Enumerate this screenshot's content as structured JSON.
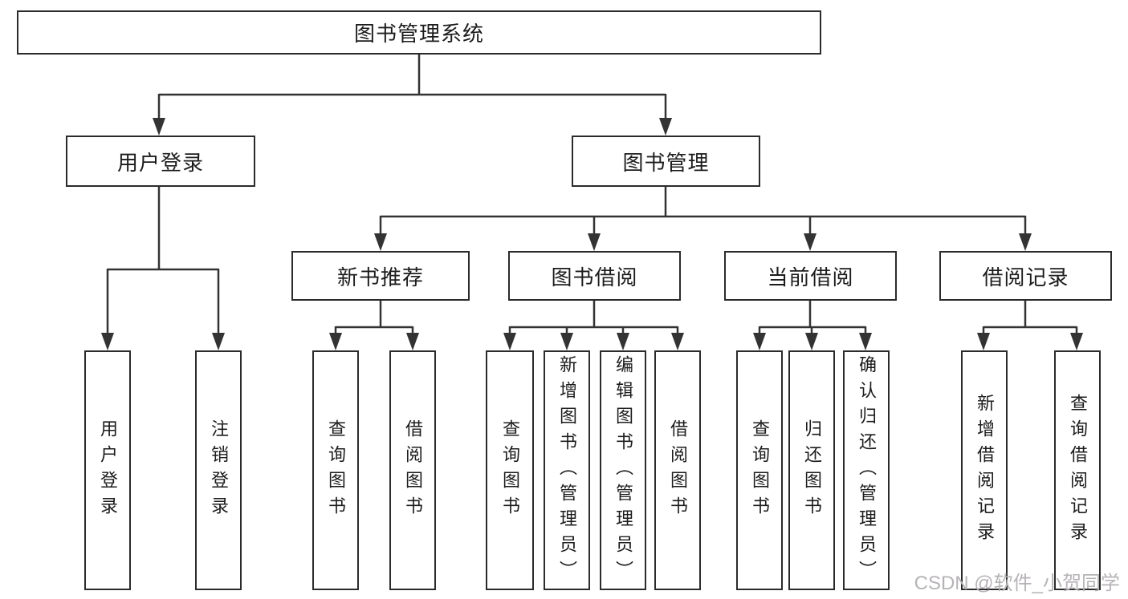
{
  "diagram": {
    "root": {
      "label": "图书管理系统"
    },
    "level2": [
      {
        "label": "用户登录"
      },
      {
        "label": "图书管理"
      }
    ],
    "level3": [
      {
        "label": "新书推荐"
      },
      {
        "label": "图书借阅"
      },
      {
        "label": "当前借阅"
      },
      {
        "label": "借阅记录"
      }
    ],
    "children": {
      "user_login": [
        "用户登录",
        "注销登录"
      ],
      "new_book_recommend": [
        "查询图书",
        "借阅图书"
      ],
      "book_borrow": [
        "查询图书",
        "新增图书（管理员）",
        "编辑图书（管理员）",
        "借阅图书"
      ],
      "current_borrow": [
        "查询图书",
        "归还图书",
        "确认归还（管理员）"
      ],
      "borrow_records": [
        "新增借阅记录",
        "查询借阅记录"
      ]
    }
  },
  "watermark": {
    "text": "CSDN @软件_小贺同学"
  },
  "colors": {
    "line": "#333333",
    "border": "#2b2b2b",
    "text": "#1c1c1c",
    "watermark": "#b6b3b6",
    "background": "#ffffff"
  }
}
